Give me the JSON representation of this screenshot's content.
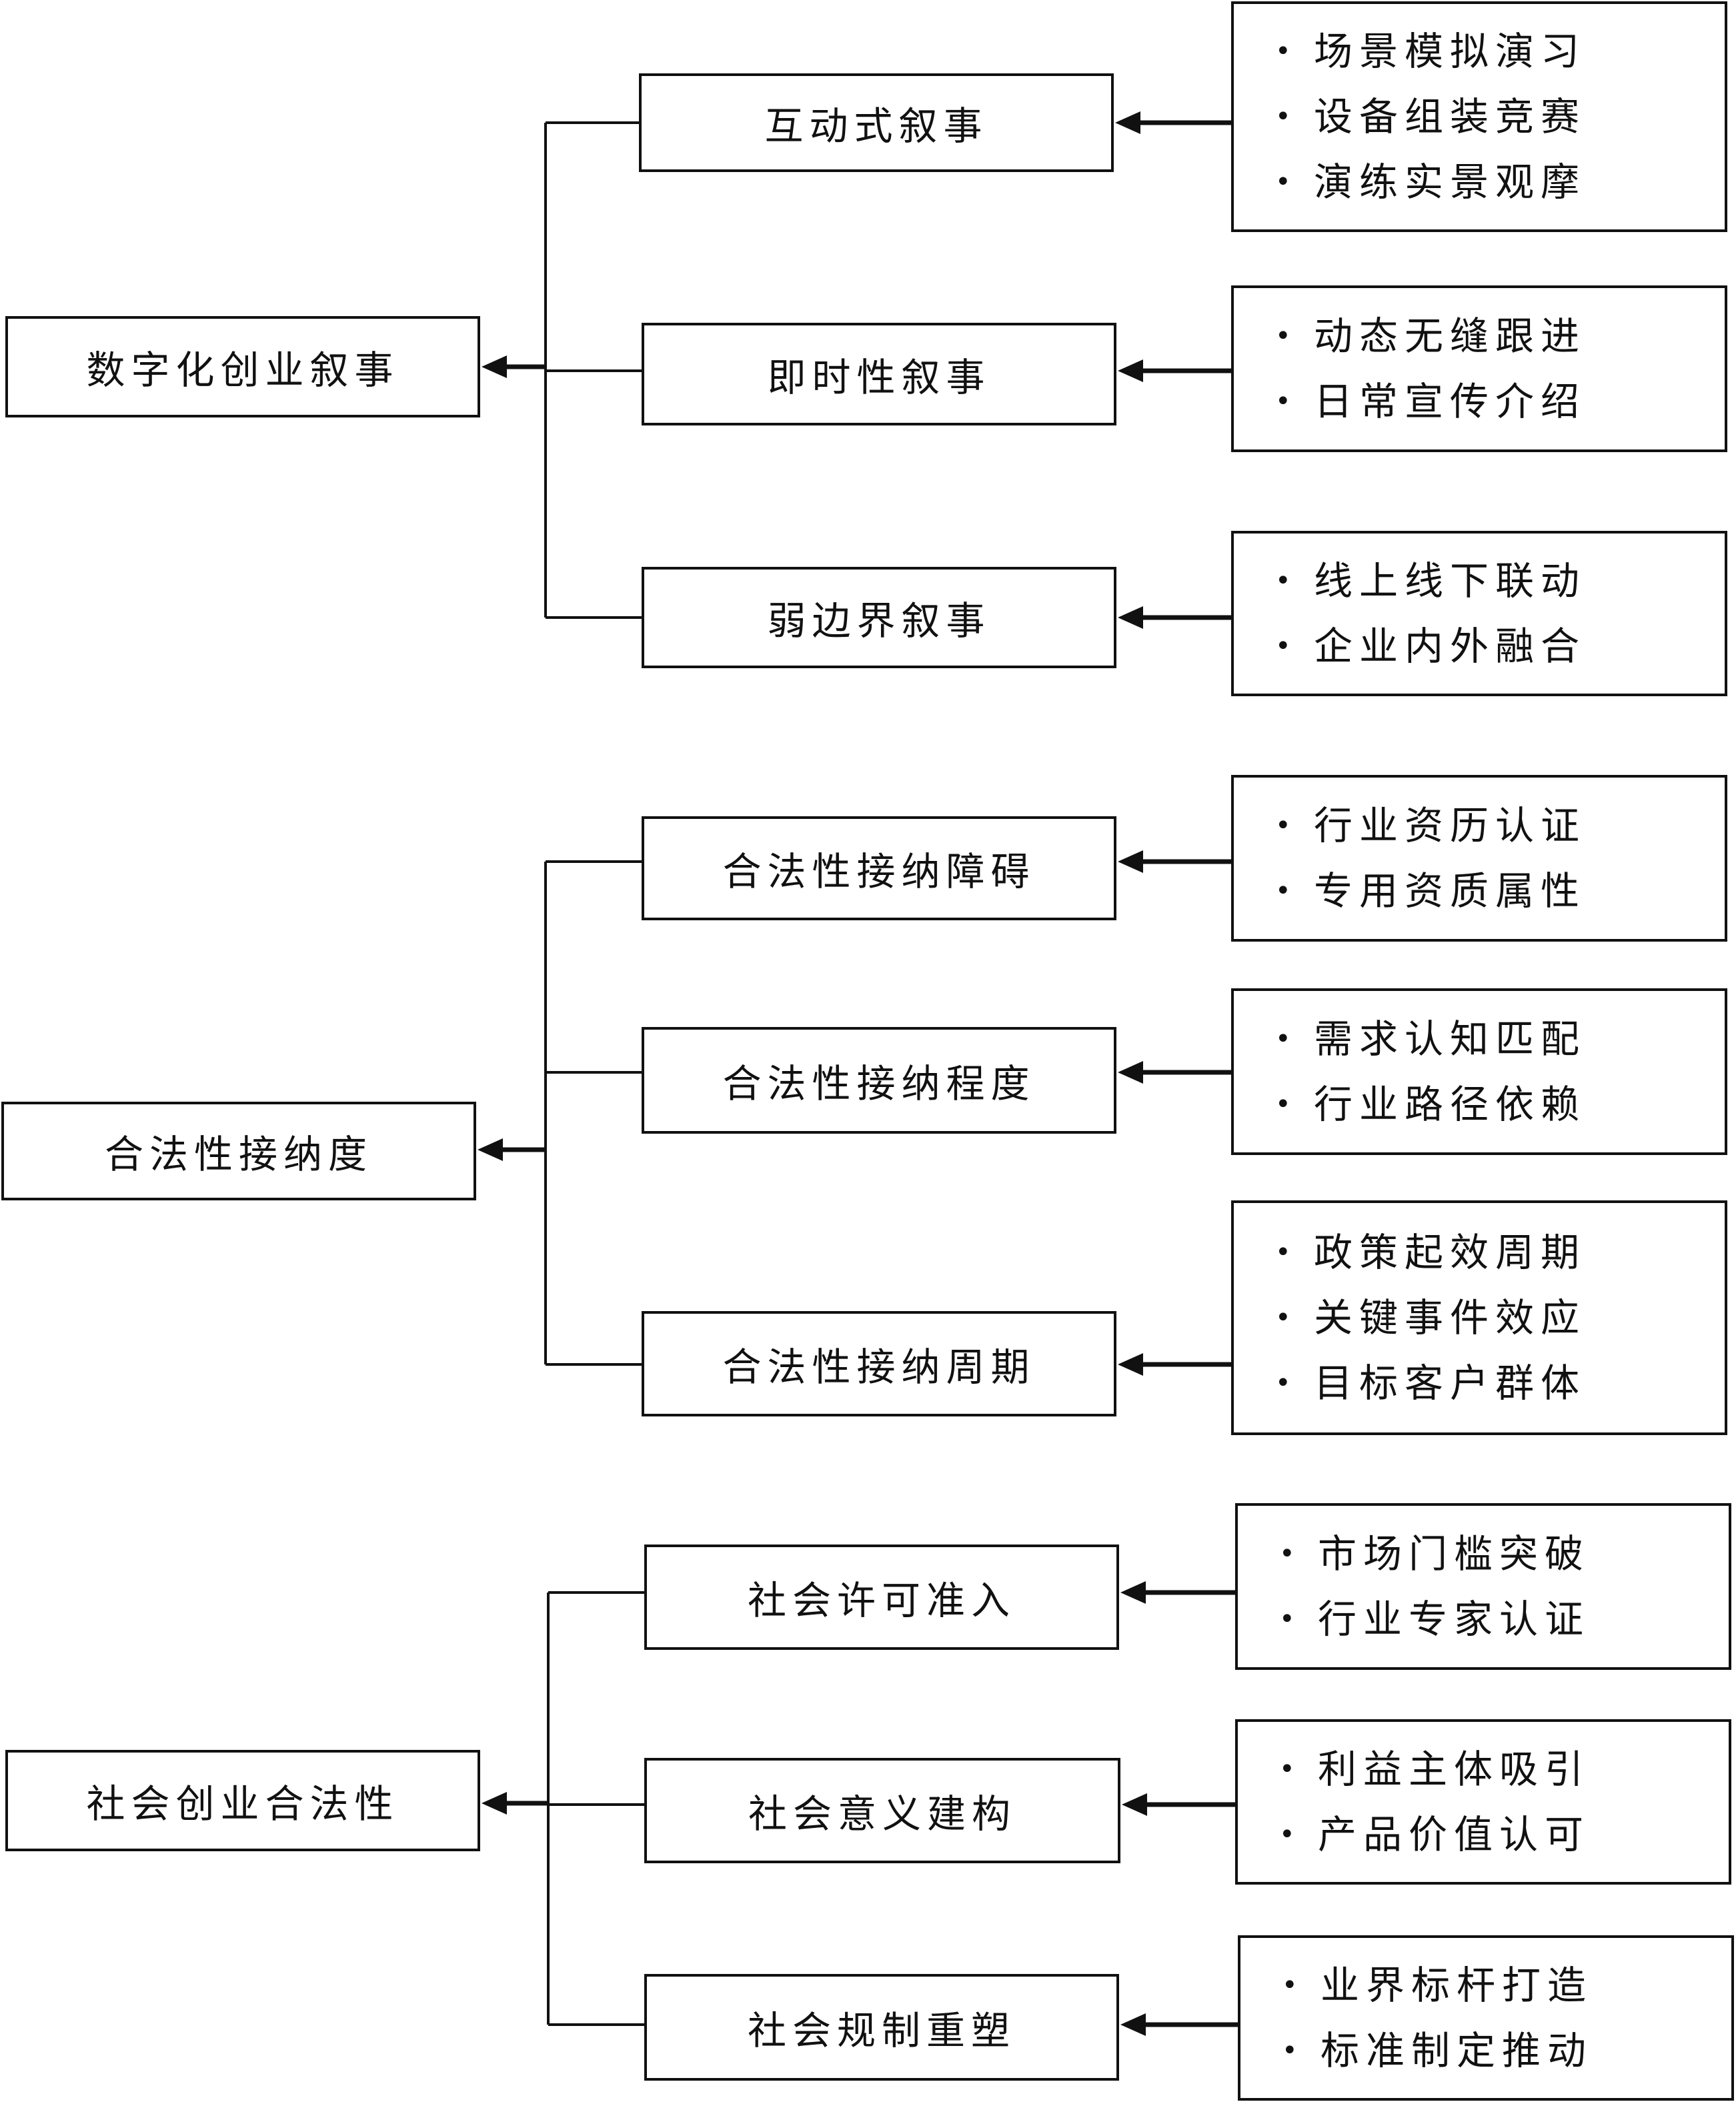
{
  "diagram": {
    "groups": [
      {
        "root": "数字化创业叙事",
        "children": [
          {
            "label": "互动式叙事",
            "evidence": [
              "场景模拟演习",
              "设备组装竞赛",
              "演练实景观摩"
            ]
          },
          {
            "label": "即时性叙事",
            "evidence": [
              "动态无缝跟进",
              "日常宣传介绍"
            ]
          },
          {
            "label": "弱边界叙事",
            "evidence": [
              "线上线下联动",
              "企业内外融合"
            ]
          }
        ]
      },
      {
        "root": "合法性接纳度",
        "children": [
          {
            "label": "合法性接纳障碍",
            "evidence": [
              "行业资历认证",
              "专用资质属性"
            ]
          },
          {
            "label": "合法性接纳程度",
            "evidence": [
              "需求认知匹配",
              "行业路径依赖"
            ]
          },
          {
            "label": "合法性接纳周期",
            "evidence": [
              "政策起效周期",
              "关键事件效应",
              "目标客户群体"
            ]
          }
        ]
      },
      {
        "root": "社会创业合法性",
        "children": [
          {
            "label": "社会许可准入",
            "evidence": [
              "市场门槛突破",
              "行业专家认证"
            ]
          },
          {
            "label": "社会意义建构",
            "evidence": [
              "利益主体吸引",
              "产品价值认可"
            ]
          },
          {
            "label": "社会规制重塑",
            "evidence": [
              "业界标杆打造",
              "标准制定推动"
            ]
          }
        ]
      }
    ],
    "bullet_glyph": "•",
    "line_color": "#111111"
  }
}
